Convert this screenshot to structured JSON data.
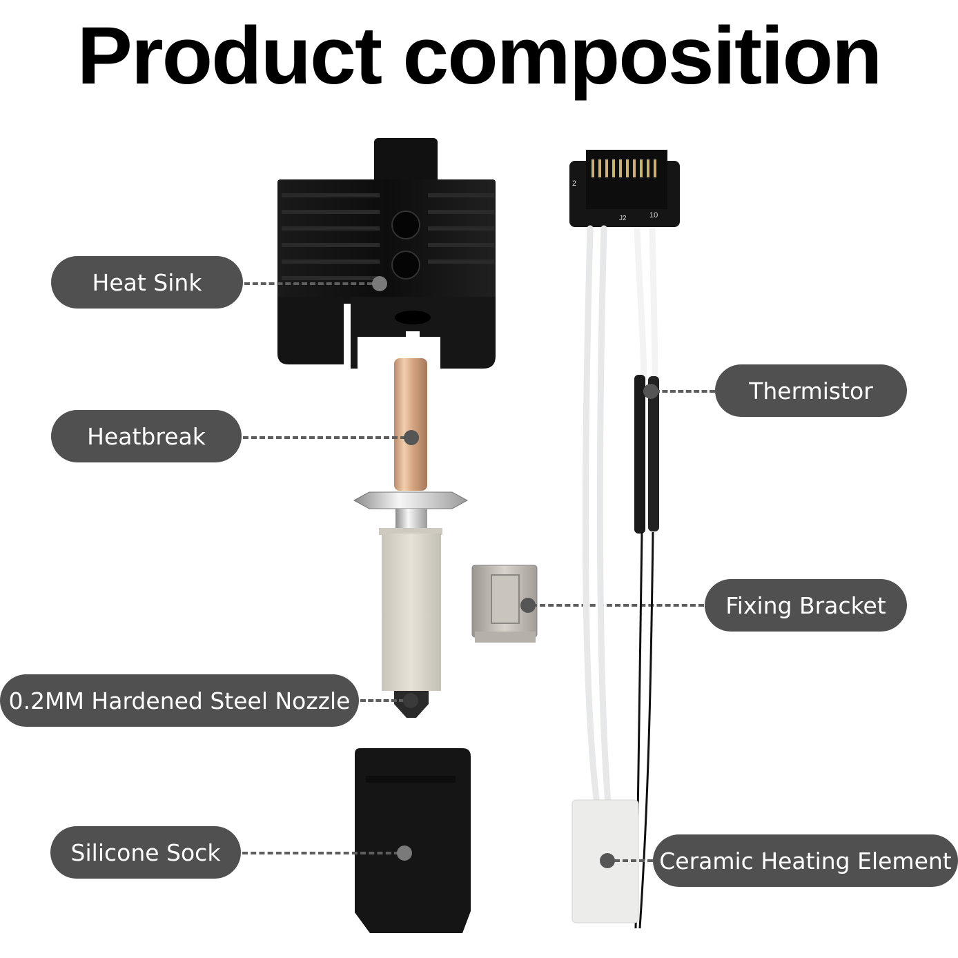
{
  "title": "Product composition",
  "colors": {
    "label_bg": "#505050",
    "label_text": "#ffffff",
    "leader_line": "#5e5e5e",
    "title_text": "#000000",
    "background": "#ffffff"
  },
  "labels": {
    "heat_sink": "Heat Sink",
    "heatbreak": "Heatbreak",
    "nozzle": "0.2MM Hardened Steel Nozzle",
    "silicone_sock": "Silicone Sock",
    "thermistor": "Thermistor",
    "fixing_bracket": "Fixing Bracket",
    "ceramic_heating_element": "Ceramic Heating Element"
  },
  "pcb_marks": {
    "connector_id": "J2",
    "pin_end": "10",
    "pin_start": "2"
  }
}
